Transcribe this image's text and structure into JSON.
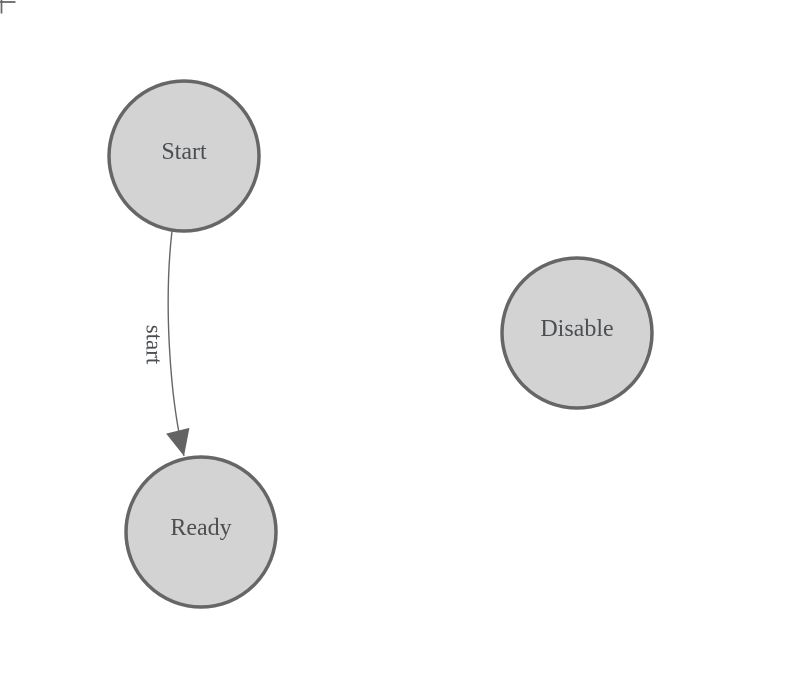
{
  "diagram": {
    "colors": {
      "background": "#ffffff",
      "node_fill": "#d3d3d3",
      "node_stroke": "#666666",
      "node_label": "#4c4f52",
      "edge_stroke": "#666666",
      "edge_label": "#4c4f52",
      "arrowhead": "#636363",
      "corner_mark": "#666666"
    },
    "nodes": [
      {
        "id": "start",
        "label": "Start"
      },
      {
        "id": "ready",
        "label": "Ready"
      },
      {
        "id": "disable",
        "label": "Disable"
      }
    ],
    "edges": [
      {
        "id": "start-to-ready",
        "source": "start",
        "target": "ready",
        "label": "start"
      }
    ]
  }
}
